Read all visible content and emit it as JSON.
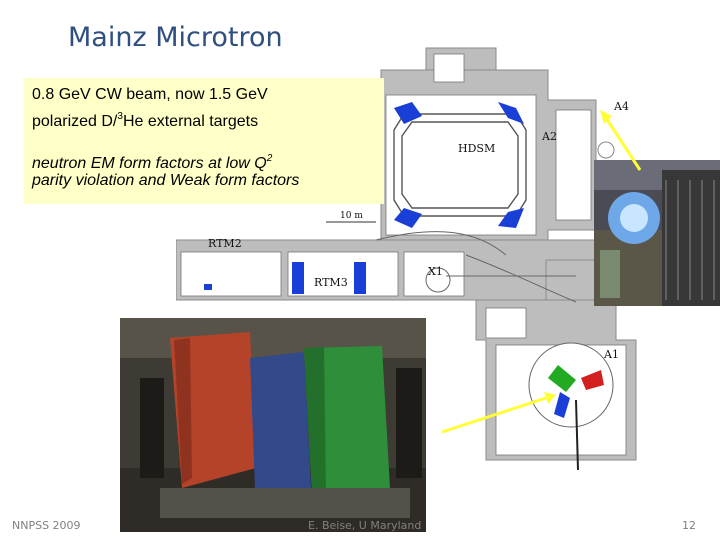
{
  "title": "Mainz Microtron",
  "textbox": {
    "line1": "0.8 GeV CW beam, now 1.5 GeV",
    "line2_pre": "polarized D/",
    "line2_sup": "3",
    "line2_post": "He external targets",
    "line3_pre": "neutron EM form factors at low Q",
    "line3_sup": "2",
    "line4": "parity violation and Weak form factors"
  },
  "floorplan": {
    "labels": {
      "a4": "A4",
      "hdsm": "HDSM",
      "a2": "A2",
      "rtm2": "RTM2",
      "rtm3": "RTM3",
      "x1": "X1",
      "a1": "A1",
      "scale": "10 m"
    }
  },
  "colors": {
    "title": "#2f4f7f",
    "textbox_bg": "#ffffc8",
    "arrow": "#ffff33",
    "wall": "#9a9a9a",
    "magnet": "#1a3fd6"
  },
  "footer": {
    "left": "NNPSS 2009",
    "center": "E. Beise, U Maryland",
    "right": "12"
  }
}
